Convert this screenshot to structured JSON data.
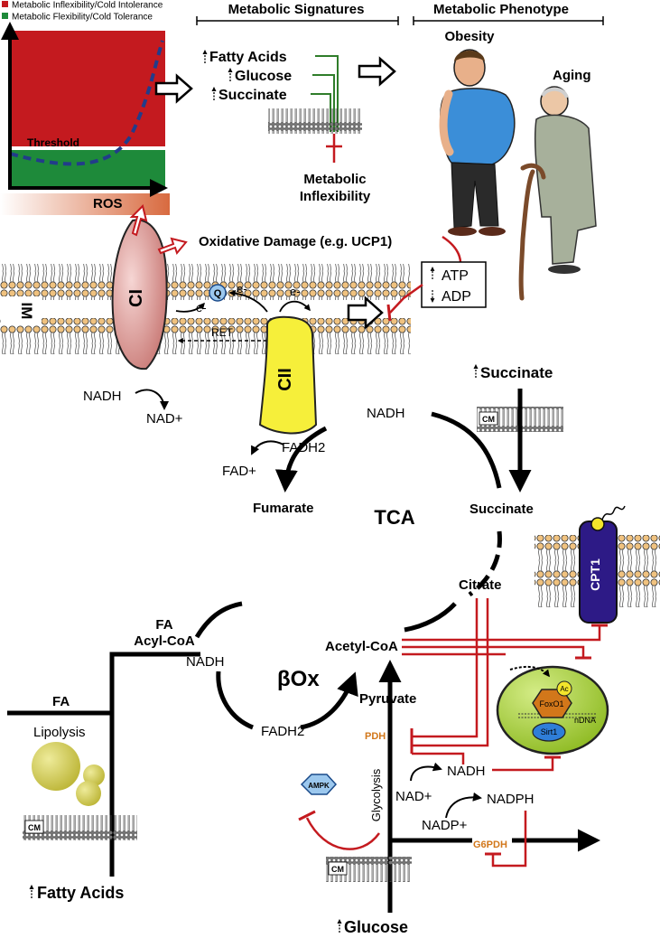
{
  "legend": {
    "inflexibility": "Metabolic Inflexibility/Cold Intolerance",
    "flexibility": "Metabolic Flexibility/Cold Tolerance",
    "inflexibility_color": "#c41a1f",
    "flexibility_color": "#1e8a3a"
  },
  "inset": {
    "threshold": "Threshold",
    "x_label": "ROS"
  },
  "headers": {
    "signatures": "Metabolic Signatures",
    "phenotype": "Metabolic Phenotype"
  },
  "signatures": {
    "fatty_acids": "Fatty Acids",
    "glucose": "Glucose",
    "succinate": "Succinate",
    "inflexibility": [
      "Metabolic",
      "Inflexibility"
    ]
  },
  "phenotype": {
    "obesity": "Obesity",
    "aging": "Aging"
  },
  "etc": {
    "oxidative_damage": "Oxidative Damage (e.g. UCP1)",
    "atp": "ATP",
    "adp": "ADP",
    "im": "IM",
    "ci": "CI",
    "cii": "CII",
    "q": "Q",
    "e_minus": "e-",
    "ret": "RET",
    "nadh": "NADH",
    "nad_plus": "NAD+",
    "fadh2": "FADH2",
    "fad_plus": "FAD+",
    "fumarate": "Fumarate"
  },
  "tca": {
    "label": "TCA",
    "nadh": "NADH",
    "succinate": "Succinate",
    "citrate": "Citrate",
    "up_succinate": "Succinate",
    "cm": "CM"
  },
  "cpt1": {
    "label": "CPT1"
  },
  "nucleus": {
    "ac": "Ac",
    "foxo1": "FoxO1",
    "ndna": "nDNA",
    "sirt1": "Sirt1"
  },
  "box": {
    "label": "βOx",
    "nadh": "NADH",
    "fadh2": "FADH2",
    "acetyl_coa": "Acetyl-CoA",
    "fa_acyl_coa": [
      "FA",
      "Acyl-CoA"
    ],
    "fa": "FA",
    "lipolysis": "Lipolysis",
    "up_fatty_acids": "Fatty Acids",
    "cm": "CM"
  },
  "glycolysis": {
    "pyruvate": "Pyruvate",
    "pdh": "PDH",
    "glycolysis": "Glycolysis",
    "nadh": "NADH",
    "nad_plus": "NAD+",
    "nadph": "NADPH",
    "nadp_plus": "NADP+",
    "g6pdh": "G6PDH",
    "ampk": "AMPK",
    "up_glucose": "Glucose",
    "cm": "CM"
  },
  "colors": {
    "inhibit_red": "#c41a1f",
    "signal_green": "#2f7d2a",
    "enzyme_orange": "#d2771a",
    "cpt1_blue": "#2d1a86",
    "nucleus_green": "#a9cf3a",
    "cii_yellow": "#f6ef3a",
    "ci_pink": "#e8a7a4",
    "q_blue": "#9cc8ee",
    "lipid_yellow": "#d9d65a"
  }
}
